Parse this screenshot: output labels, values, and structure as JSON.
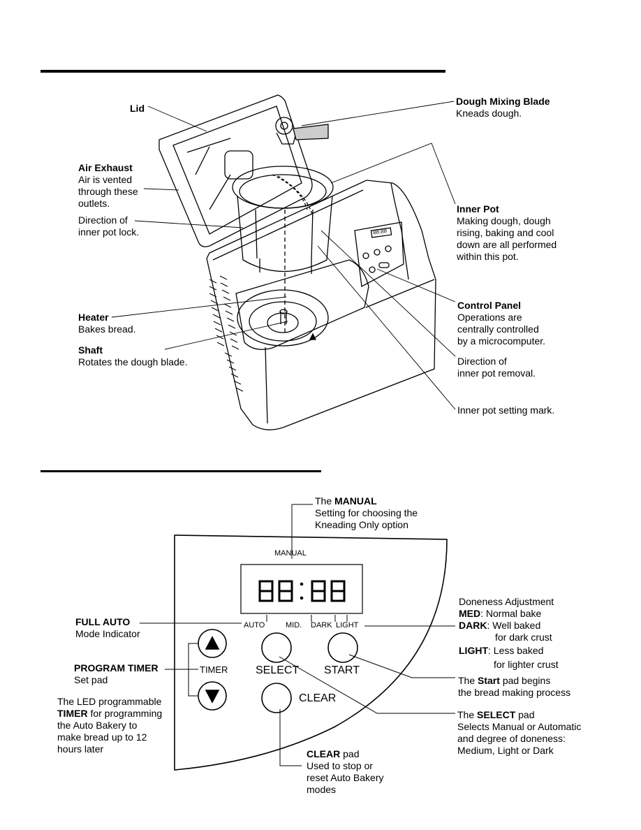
{
  "top_diagram": {
    "labels": {
      "lid": "Lid",
      "air_exhaust": {
        "title": "Air Exhaust",
        "lines": [
          "Air is vented",
          "through these",
          "outlets."
        ]
      },
      "pot_lock": {
        "lines": [
          "Direction of",
          "inner pot lock."
        ]
      },
      "heater": {
        "title": "Heater",
        "desc": "Bakes bread."
      },
      "shaft": {
        "title": "Shaft",
        "desc": "Rotates the dough blade."
      },
      "blade": {
        "title": "Dough Mixing Blade",
        "desc": "Kneads dough."
      },
      "inner_pot": {
        "title": "Inner Pot",
        "lines": [
          "Making dough, dough",
          "rising, baking and cool",
          "down are all performed",
          "within this pot."
        ]
      },
      "control_panel": {
        "title": "Control Panel",
        "lines": [
          "Operations are",
          "centrally controlled",
          "by a microcomputer."
        ]
      },
      "pot_removal": {
        "lines": [
          "Direction of",
          "inner pot removal."
        ]
      },
      "setting_mark": "Inner pot setting mark."
    }
  },
  "panel_diagram": {
    "manual_label": "MANUAL",
    "display": "88:88",
    "indicators": {
      "auto": "AUTO",
      "mid": "MID.",
      "dark": "DARK",
      "light": "LIGHT"
    },
    "buttons": {
      "timer": "TIMER",
      "select": "SELECT",
      "start": "START",
      "clear": "CLEAR"
    },
    "callouts": {
      "manual": {
        "prefix": "The",
        "title": "MANUAL",
        "lines": [
          "Setting for choosing the",
          "Kneading Only option"
        ]
      },
      "full_auto": {
        "title": "FULL AUTO",
        "desc": "Mode Indicator"
      },
      "program_timer": {
        "title": "PROGRAM TIMER",
        "desc": "Set pad"
      },
      "led_timer": {
        "line1": "The LED programmable",
        "bold": "TIMER",
        "line2_rest": "for programming",
        "lines": [
          "the Auto Bakery to",
          "make bread up to 12",
          "hours later"
        ]
      },
      "doneness": {
        "title": "Doneness Adjustment",
        "med_label": "MED",
        "med_desc": ": Normal bake",
        "dark_label": "DARK",
        "dark_desc": ": Well baked",
        "dark_desc2": "for dark crust",
        "light_label": "LIGHT",
        "light_desc": ": Less baked",
        "light_desc2": "for lighter crust"
      },
      "start": {
        "prefix": "The",
        "title": "Start",
        "rest": "pad begins",
        "line2": "the bread making process"
      },
      "select": {
        "prefix": "The",
        "title": "SELECT",
        "rest": "pad",
        "lines": [
          "Selects Manual or Automatic",
          "and degree of doneness:",
          "Medium, Light or Dark"
        ]
      },
      "clear": {
        "title": "CLEAR",
        "rest": "pad",
        "lines": [
          "Used to stop or",
          "reset Auto Bakery",
          "modes"
        ]
      }
    }
  }
}
